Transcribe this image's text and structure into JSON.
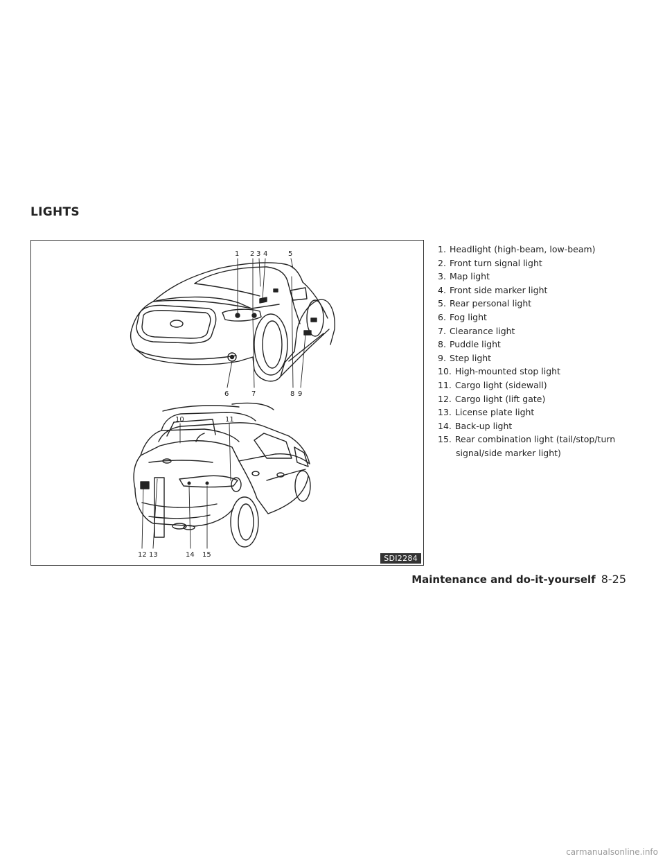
{
  "section_title": "LIGHTS",
  "figure": {
    "code": "SDI2284",
    "callouts": [
      "1",
      "2",
      "3",
      "4",
      "5",
      "6",
      "7",
      "8",
      "9",
      "10",
      "11",
      "12",
      "13",
      "14",
      "15"
    ]
  },
  "legend": [
    {
      "num": "1.",
      "text": "Headlight (high-beam, low-beam)"
    },
    {
      "num": "2.",
      "text": "Front turn signal light"
    },
    {
      "num": "3.",
      "text": "Map light"
    },
    {
      "num": "4.",
      "text": "Front side marker light"
    },
    {
      "num": "5.",
      "text": "Rear personal light"
    },
    {
      "num": "6.",
      "text": "Fog light"
    },
    {
      "num": "7.",
      "text": "Clearance light"
    },
    {
      "num": "8.",
      "text": "Puddle light"
    },
    {
      "num": "9.",
      "text": "Step light"
    },
    {
      "num": "10.",
      "text": "High-mounted stop light"
    },
    {
      "num": "11.",
      "text": "Cargo light (sidewall)"
    },
    {
      "num": "12.",
      "text": "Cargo light (lift gate)"
    },
    {
      "num": "13.",
      "text": "License plate light"
    },
    {
      "num": "14.",
      "text": "Back-up light"
    },
    {
      "num": "15.",
      "text": "Rear combination light (tail/stop/turn",
      "continuation": "signal/side marker light)"
    }
  ],
  "footer": {
    "chapter": "Maintenance and do-it-yourself",
    "page": "8-25"
  },
  "watermark": "carmanualsonline.info"
}
